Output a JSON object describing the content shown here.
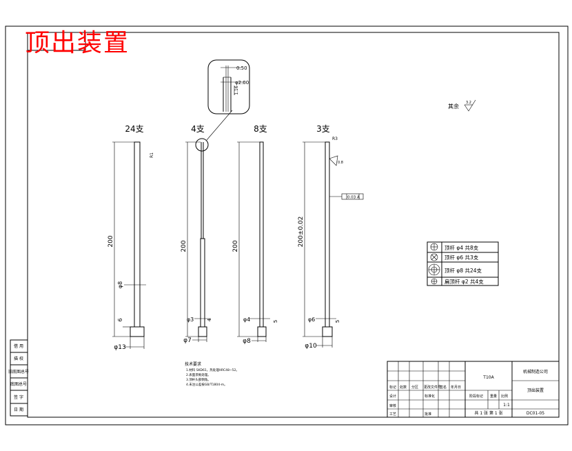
{
  "title_stamp": "顶出装置",
  "pins": [
    {
      "count": "24支",
      "length": "200",
      "diameter": "φ8",
      "head_dia": "φ13",
      "head_h": "6",
      "top_label": "R1"
    },
    {
      "count": "4支",
      "length": "200",
      "diameter": "φ3",
      "head_dia": "φ7",
      "head_h": "4"
    },
    {
      "count": "8支",
      "length": "200",
      "diameter": "φ4",
      "head_dia": "φ8",
      "head_h": "5"
    },
    {
      "count": "3支",
      "length": "200±0.02",
      "diameter": "φ6",
      "head_dia": "φ10",
      "head_h": "5",
      "top_label": "R3",
      "taper": "0.8",
      "tolerance_frame": "0.03 A"
    }
  ],
  "detail": {
    "dims": [
      "0.50",
      "φ2.00",
      "1.16"
    ]
  },
  "roughness": {
    "label": "其余",
    "value": "3.2"
  },
  "legend": [
    {
      "text": "顶杆 φ4 共8支"
    },
    {
      "text": "顶杆 φ6 共3支"
    },
    {
      "text": "顶杆 φ8 共24支"
    },
    {
      "text": "扁顶杆 φ2 共4支"
    }
  ],
  "notes": {
    "heading": "技术要求",
    "lines": [
      "1.材料 SKD61，热处理HRC48~52。",
      "2.表面渗氮处理。",
      "3.顶杆头部倒角。",
      "4.未注公差按GB/T1804-m。"
    ]
  },
  "left_strip": [
    "借 用",
    "描 校",
    "旧底图总号",
    "底图总号",
    "签 字",
    "日 期"
  ],
  "title_block": {
    "material": "T10A",
    "company": "机械制造公司",
    "drawing_name": "顶出装置",
    "scale": "1:1",
    "sheet": "共 1 张  第 1 张",
    "drawing_no": "DC01-05",
    "rows": [
      "标记",
      "处数",
      "分区",
      "更改文件号",
      "签名",
      "年月日"
    ],
    "roles": [
      "设计",
      "标准化",
      "审核",
      "工艺",
      "批准"
    ],
    "stage": [
      "阶段标记",
      "重量",
      "比例"
    ]
  }
}
